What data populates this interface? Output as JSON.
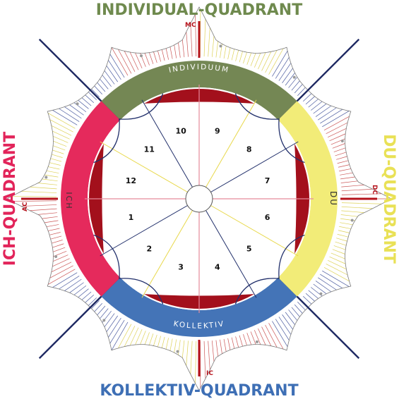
{
  "quadrants": {
    "top": {
      "label": "INDIVIDUAL-QUADRANT",
      "color": "#6f8a4e"
    },
    "bottom": {
      "label": "KOLLEKTIV-QUADRANT",
      "color": "#3e6fb5"
    },
    "left": {
      "label": "ICH-QUADRANT",
      "color": "#e2245a"
    },
    "right": {
      "label": "DU-QUADRANT",
      "color": "#e9e156"
    }
  },
  "ring": {
    "top": {
      "label": "INDIVIDUUM",
      "color": "#748754"
    },
    "bottom": {
      "label": "KOLLEKTIV",
      "color": "#4474b7"
    },
    "left": {
      "label": "ICH",
      "color": "#e52a5c"
    },
    "right": {
      "label": "DU",
      "color": "#f2ec78"
    }
  },
  "axes": {
    "mc": "MC",
    "ic": "IC",
    "ac": "AC",
    "dc": "DC"
  },
  "houses": [
    "1",
    "2",
    "3",
    "4",
    "5",
    "6",
    "7",
    "8",
    "9",
    "10",
    "11",
    "12"
  ],
  "colors": {
    "axis_red": "#b5121b",
    "dark_red": "#a3101c",
    "navy": "#1f2a63",
    "hatch_red": "#c23a3a",
    "hatch_blue": "#2c3f8f",
    "hatch_yellow": "#d8c93a",
    "divider_pink": "#e58a9a",
    "divider_yellow": "#e8d84a",
    "divider_navy": "#22306b"
  }
}
